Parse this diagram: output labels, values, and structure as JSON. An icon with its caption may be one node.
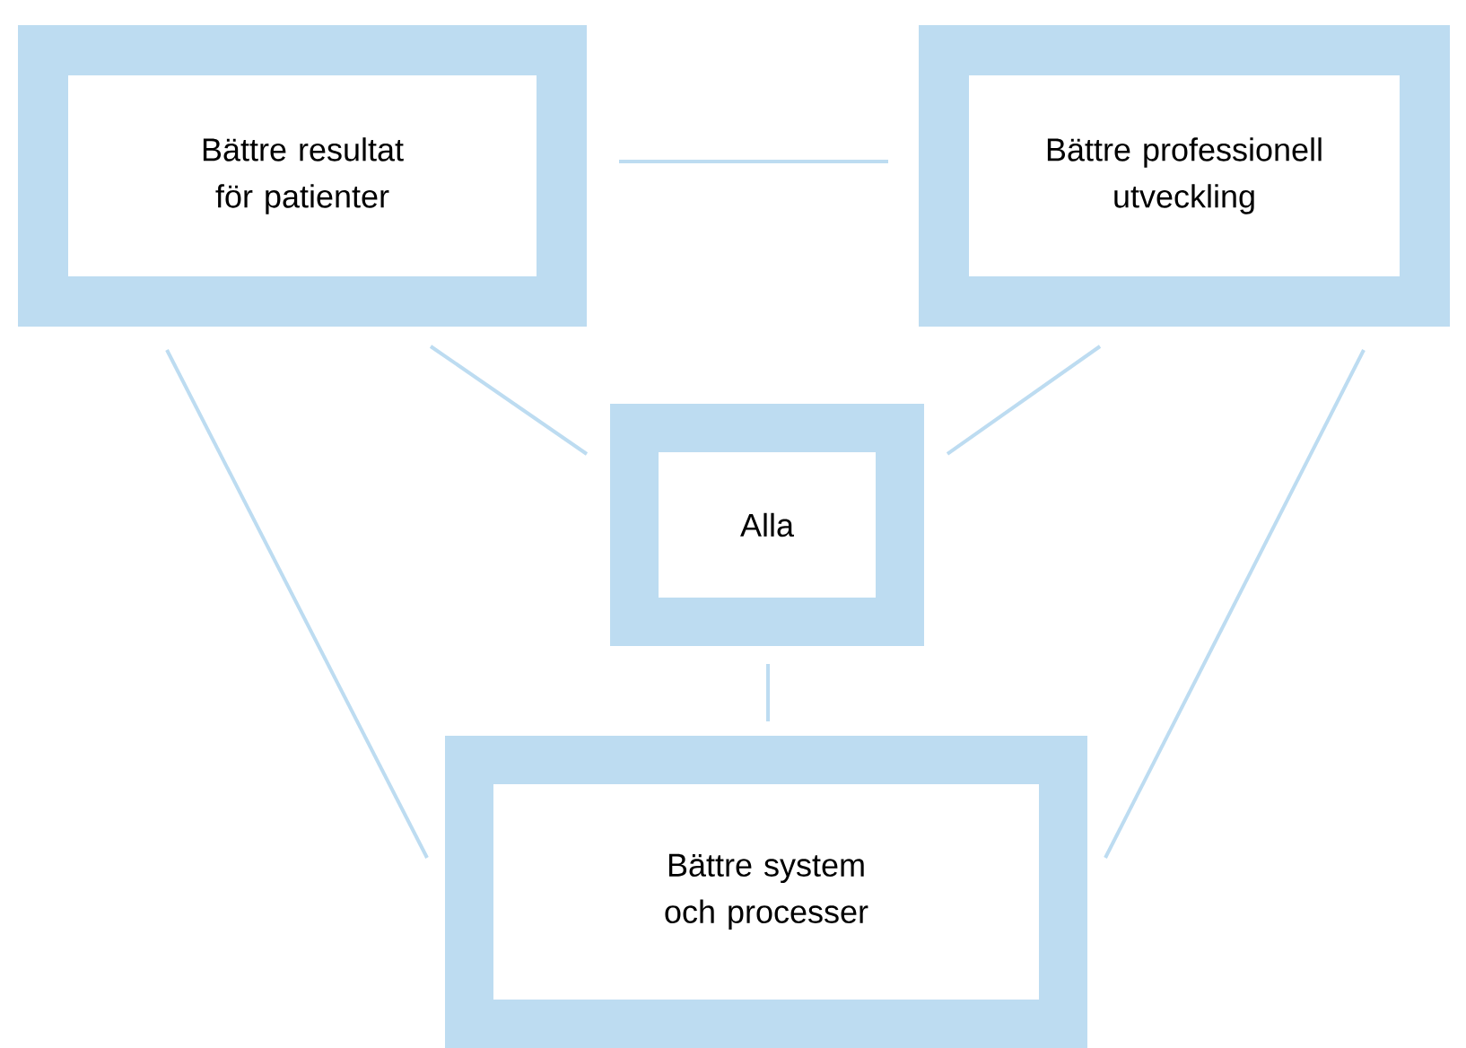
{
  "diagram": {
    "nodes": [
      {
        "text": [
          "Bättre resultat för patienter"
        ]
      },
      {
        "text": [
          "Bättre professionell utveckling"
        ]
      },
      {
        "text": [
          "Alla"
        ]
      },
      {
        "text": [
          "Bättre system och processer"
        ]
      }
    ],
    "edges": [
      {
        "from": 0,
        "to": 1,
        "arrow": "none"
      },
      {
        "from": 0,
        "to": 2,
        "arrow": "none"
      },
      {
        "from": 1,
        "to": 2,
        "arrow": "none"
      },
      {
        "from": 2,
        "to": 3,
        "arrow": "none"
      },
      {
        "from": 0,
        "to": 3,
        "arrow": "none"
      },
      {
        "from": 1,
        "to": 3,
        "arrow": "none"
      }
    ]
  }
}
